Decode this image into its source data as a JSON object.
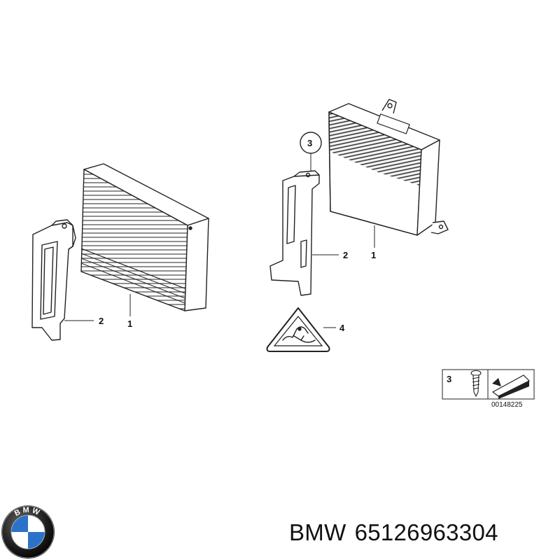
{
  "callouts": {
    "left_bracket": "2",
    "left_amplifier": "1",
    "screw_circle": "3",
    "right_bracket": "2",
    "right_amplifier": "1",
    "warning_label": "4"
  },
  "legend": {
    "screw_number": "3",
    "diagram_number": "00148225"
  },
  "brand": {
    "logo_letters": "BMW",
    "name": "BMW",
    "part_number": "65126963304"
  }
}
